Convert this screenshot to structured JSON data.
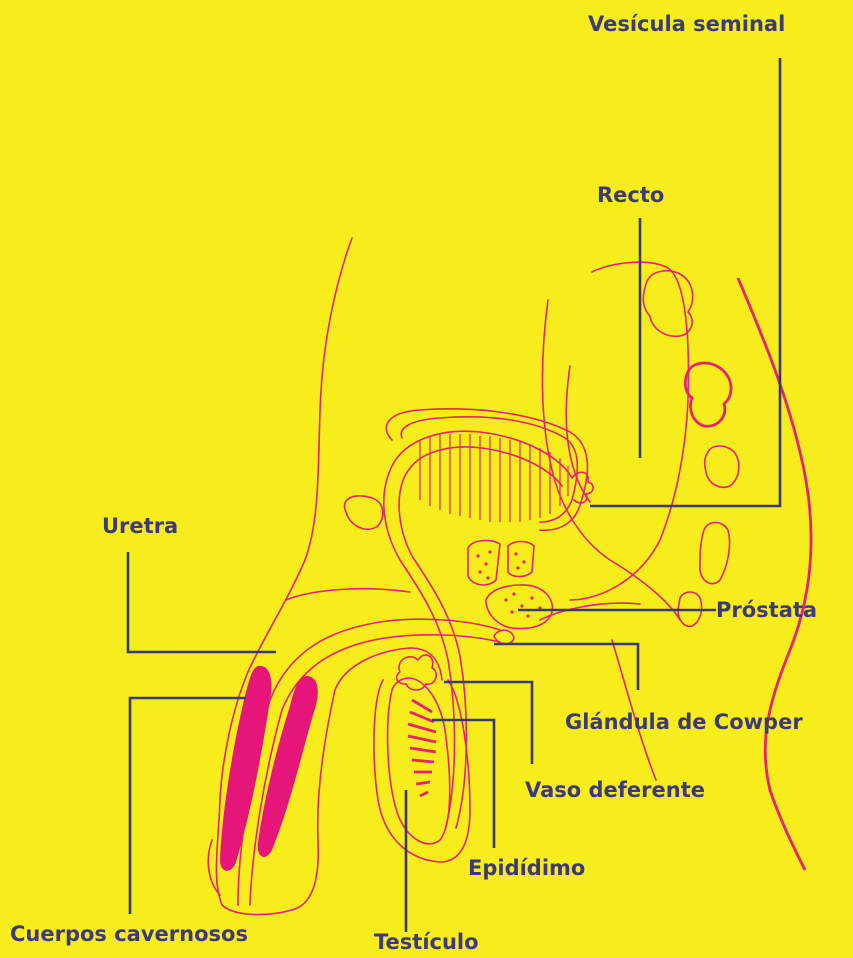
{
  "labels": {
    "vesicula_seminal": "Vesícula seminal",
    "recto": "Recto",
    "uretra": "Uretra",
    "prostata": "Próstata",
    "glandula_cowper": "Glándula de Cowper",
    "vaso_deferente": "Vaso deferente",
    "epididimo": "Epidídimo",
    "cuerpos_cavernosos": "Cuerpos cavernosos",
    "testiculo": "Testículo"
  },
  "colors": {
    "background": "#f7ec1c",
    "label_text": "#3d3a7a",
    "leader_line": "#3b3878",
    "anatomy_line": "#e8226f",
    "cavernous_fill": "#e5157a"
  }
}
